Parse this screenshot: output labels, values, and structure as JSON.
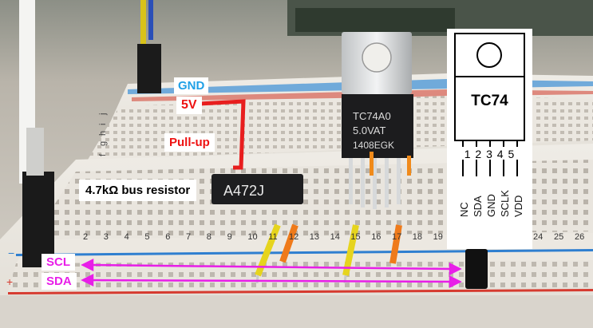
{
  "labels": {
    "gnd": "GND",
    "five_v": "5V",
    "pull_up": "Pull-up",
    "bus_resistor": "4.7kΩ bus resistor",
    "scl": "SCL",
    "sda": "SDA"
  },
  "chip": {
    "line1": "TC74A0",
    "line2": "5.0VAT",
    "line3": "1408EGK"
  },
  "resistor_marking": "A472J",
  "pinout": {
    "name": "TC74",
    "pin_numbers": "1 2 3 4 5",
    "pin_names": [
      "NC",
      "SDA",
      "GND",
      "SCLK",
      "VDD"
    ]
  },
  "breadboard": {
    "column_numbers": [
      "2",
      "3",
      "4",
      "5",
      "6",
      "7",
      "8",
      "9",
      "10",
      "11",
      "12",
      "13",
      "14",
      "15",
      "16",
      "17",
      "18",
      "19",
      "24",
      "25",
      "26"
    ],
    "row_letters": [
      "f",
      "g",
      "h",
      "i",
      "j"
    ]
  },
  "colors": {
    "gnd_label": "#1fa0e6",
    "five_v_label": "#ee1111",
    "bus_arrows": "#e81ee8",
    "pullup_wire": "#ee1111"
  }
}
